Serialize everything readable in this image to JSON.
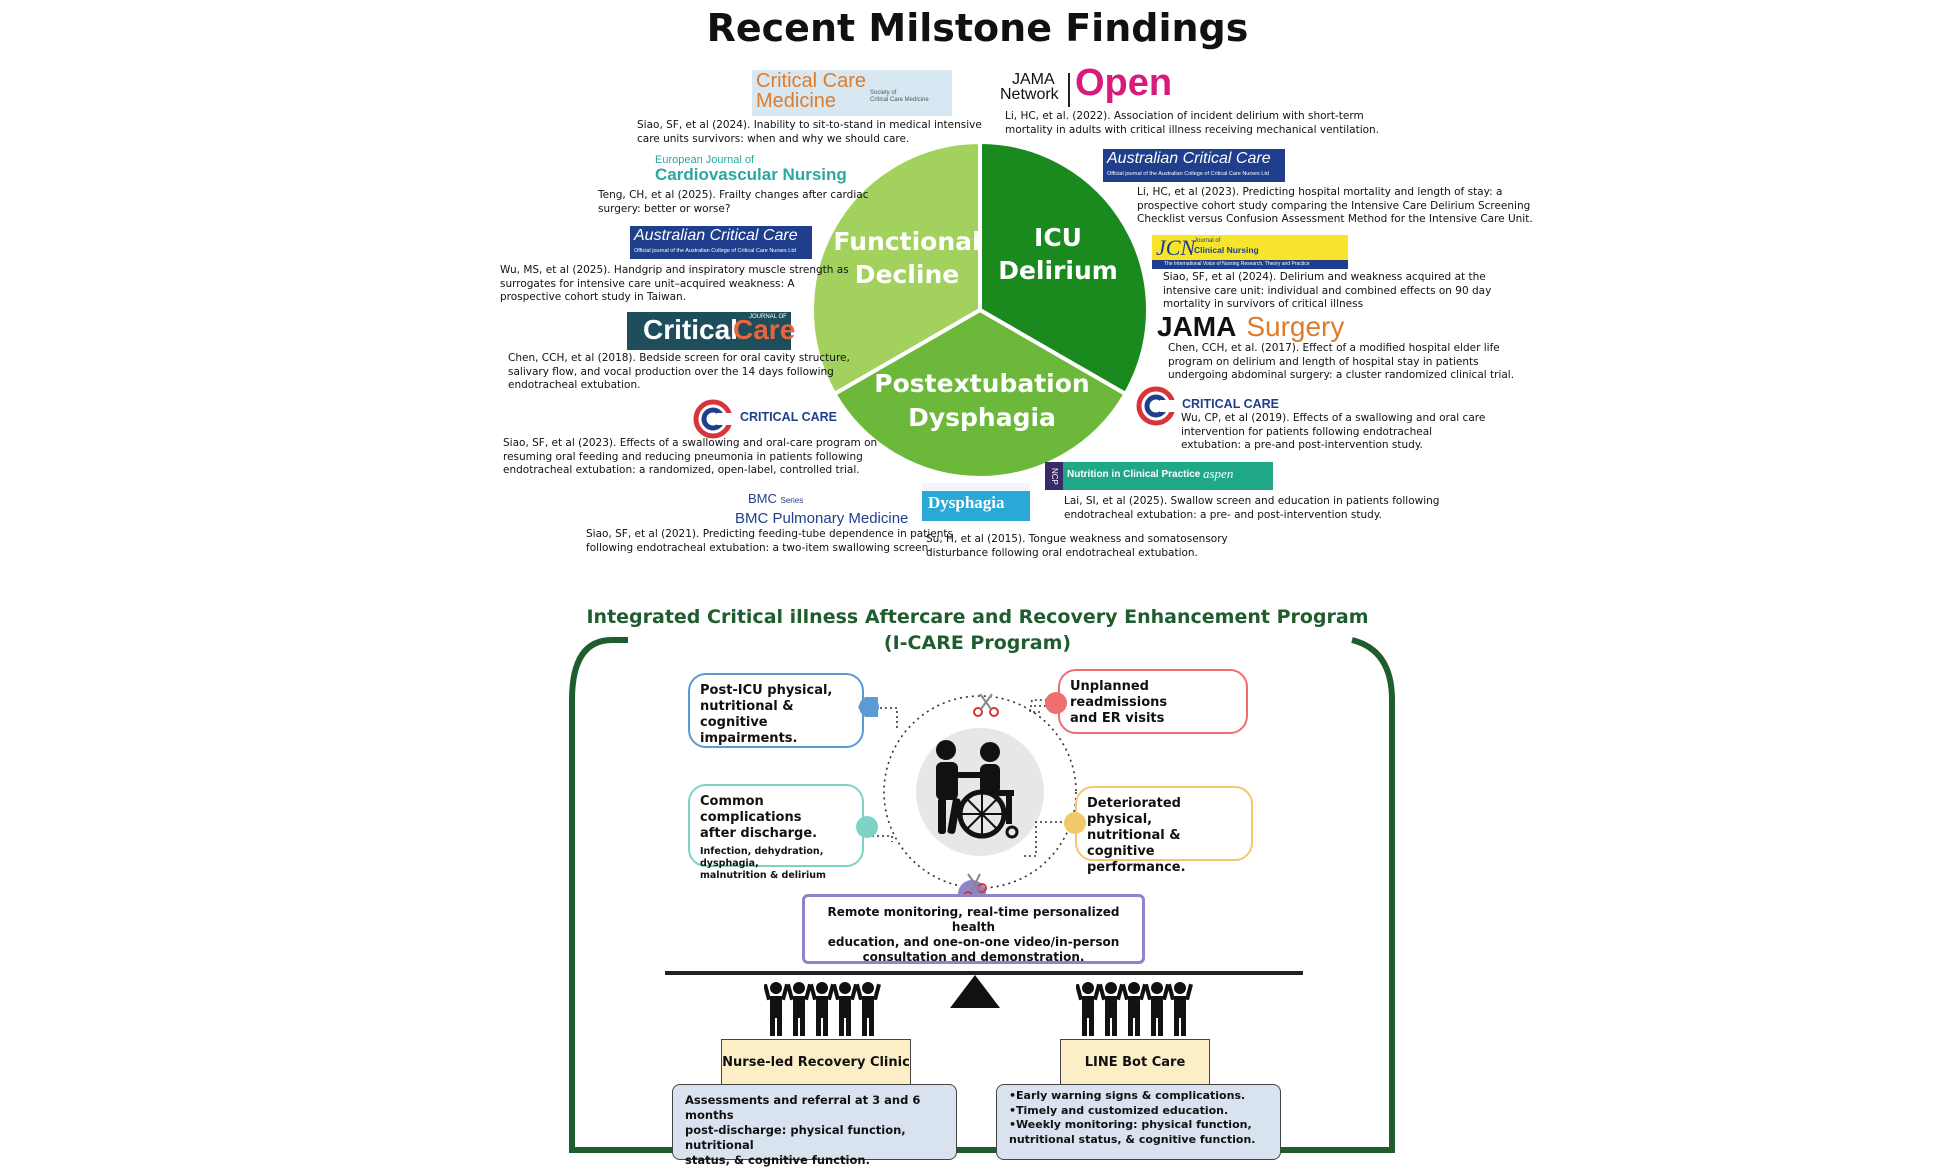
{
  "title": "Recent Milstone Findings",
  "pie": {
    "segments": [
      {
        "label_line1": "Functional",
        "label_line2": "Decline",
        "color": "#a3d15e"
      },
      {
        "label_line1": "ICU",
        "label_line2": "Delirium",
        "color": "#1a8a1f"
      },
      {
        "label_line1": "Postextubation",
        "label_line2": "Dysphagia",
        "color": "#6bb83a"
      }
    ]
  },
  "logos": {
    "ccm_line1": "Critical Care",
    "ccm_line2": "Medicine",
    "ccm_society_line1": "Society of",
    "ccm_society_line2": "Critical Care Medicine",
    "jama_network": "JAMA",
    "jama_network2": "Network",
    "jama_open": "Open",
    "ejcn_line1": "European Journal of",
    "ejcn_line2": "Cardiovascular Nursing",
    "acc": "Australian Critical Care",
    "acc_sub": "Official journal of the Australian College of Critical Care Nurses Ltd",
    "jcn_mark": "JCN",
    "jcn_name1": "Journal of",
    "jcn_name2": "Clinical Nursing",
    "jcn_sub": "The International Voice of Nursing Research, Theory and Practice",
    "jama": "JAMA",
    "surgery": "Surgery",
    "critcare_journal": "JOURNAL OF",
    "critcare_a": "Critical",
    "critcare_b": "Care",
    "critical_care_c": "CRITICAL CARE",
    "ncp_mark": "NCP",
    "ncp_name": "Nutrition in Clinical Practice",
    "aspen": "aspen",
    "bmc": "BMC",
    "bmc_series": "Series",
    "bmc_pulm": "BMC Pulmonary Medicine",
    "dysphagia": "Dysphagia"
  },
  "refs": {
    "siao2024ccm": [
      "Siao, SF, et al (2024). Inability to sit-to-stand in medical intensive",
      "care units survivors: when and why we should care."
    ],
    "teng2025": [
      "Teng, CH, et al (2025). Frailty changes after cardiac",
      "surgery: better or worse?"
    ],
    "wu2025": [
      "Wu, MS, et al (2025). Handgrip and inspiratory muscle strength as",
      "surrogates for intensive care unit–acquired weakness: A",
      "prospective cohort study in Taiwan."
    ],
    "chen2018": [
      "Chen, CCH, et al (2018). Bedside screen for oral cavity structure,",
      "salivary flow, and vocal production over the 14 days following",
      "endotracheal extubation."
    ],
    "siao2023": [
      "Siao, SF, et al (2023). Effects of a swallowing and oral-care program on",
      "resuming oral feeding and reducing pneumonia in patients following",
      "endotracheal extubation: a randomized, open-label, controlled trial."
    ],
    "siao2021": [
      "Siao, SF, et al (2021). Predicting feeding-tube dependence in patients",
      "following endotracheal extubation: a two-item swallowing screen."
    ],
    "li2022": [
      "Li, HC, et al. (2022). Association of incident delirium with short-term",
      "mortality in adults with critical illness receiving mechanical ventilation."
    ],
    "li2023": [
      "Li, HC, et al (2023). Predicting hospital mortality and length of stay: a",
      "prospective cohort study comparing the Intensive Care Delirium Screening",
      "Checklist versus Confusion Assessment Method for the Intensive Care Unit."
    ],
    "siao2024jcn": [
      "Siao, SF, et al (2024). Delirium and weakness acquired at the",
      "intensive care unit: individual and combined effects on 90 day",
      "mortality in survivors of critical illness"
    ],
    "chen2017": [
      "Chen, CCH, et al. (2017). Effect of a modified hospital elder life",
      "program on delirium and length of hospital stay in patients",
      "undergoing abdominal surgery: a cluster randomized clinical trial."
    ],
    "wu2019": [
      "Wu, CP, et al (2019). Effects of a swallowing and oral care",
      "intervention for patients following endotracheal",
      "extubation: a pre-and post-intervention study."
    ],
    "lai2025": [
      "Lai, SI, et al (2025). Swallow screen and education in patients following",
      "endotracheal extubation: a pre- and post-intervention study."
    ],
    "su2015": [
      "Su, H, et al (2015). Tongue weakness and somatosensory",
      "disturbance following oral endotracheal extubation."
    ]
  },
  "program": {
    "title_line1": "Integrated Critical illness Aftercare and Recovery Enhancement Program",
    "title_line2": "(I-CARE Program)",
    "box_post_icu": [
      "Post-ICU physical,",
      "nutritional & cognitive",
      "impairments."
    ],
    "box_complications_title": [
      "Common complications",
      "after discharge."
    ],
    "box_complications_sub": [
      "Infection, dehydration, dysphagia,",
      "malnutrition & delirium"
    ],
    "box_readmissions": [
      "Unplanned readmissions",
      "and ER visits"
    ],
    "box_deteriorated": [
      "Deteriorated physical,",
      "nutritional & cognitive",
      "performance."
    ],
    "box_remote": [
      "Remote monitoring, real-time personalized health",
      "education, and one-on-one video/in-person",
      "consultation and demonstration."
    ],
    "clinic_left": "Nurse-led Recovery Clinic",
    "clinic_right": "LINE Bot Care",
    "note_left": [
      "Assessments and referral at 3 and 6 months",
      "post-discharge: physical function, nutritional",
      "status, & cognitive function."
    ],
    "note_right": [
      "•Early warning signs & complications.",
      "•Timely and customized education.",
      "•Weekly monitoring: physical function,",
      " nutritional status, & cognitive function."
    ],
    "colors": {
      "border_green": "#1f5c2e",
      "blue": "#5b9bd5",
      "teal": "#7fd3c6",
      "red": "#ef6f6f",
      "yellow": "#f2c96a",
      "purple": "#8e84c8"
    }
  }
}
